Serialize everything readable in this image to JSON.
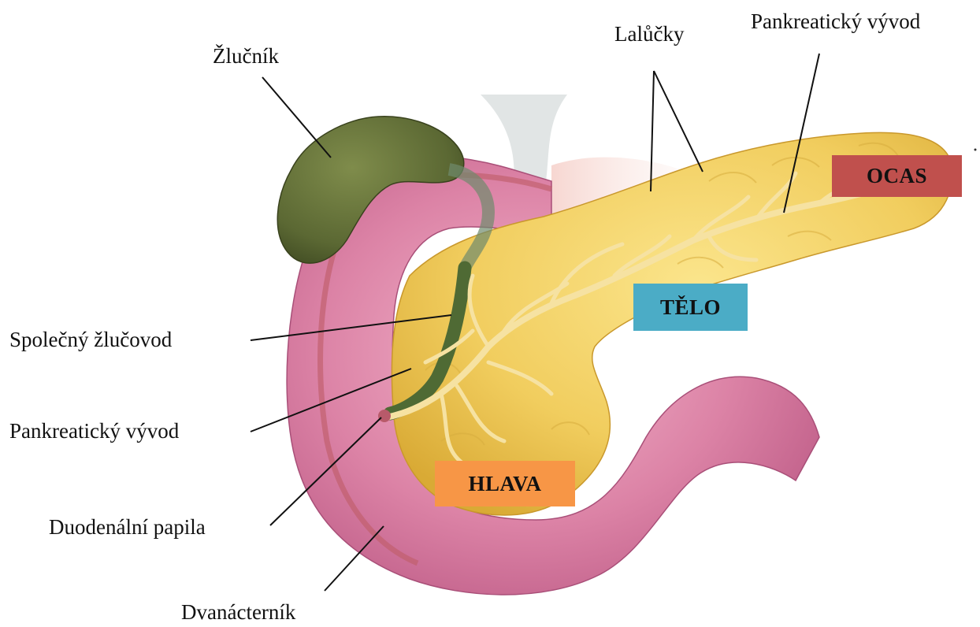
{
  "labels": {
    "zlucnik": "Žlučník",
    "lalucky": "Lalůčky",
    "pankreaticky_vyvod_top": "Pankreatický vývod",
    "spolecny_zlucovod": "Společný žlučovod",
    "pankreaticky_vyvod_left": "Pankreatický vývod",
    "duodenalni_papila": "Duodenální papila",
    "dvanacternik": "Dvanácterník"
  },
  "regions": {
    "ocas": {
      "text": "OCAS",
      "color": "#c0504d"
    },
    "telo": {
      "text": "TĚLO",
      "color": "#4bacc6"
    },
    "hlava": {
      "text": "HLAVA",
      "color": "#f79646"
    }
  },
  "colors": {
    "pancreas": "#f2cf62",
    "duodenum": "#d7799f",
    "gallbladder": "#5e6b36",
    "duct": "#f6e2a2",
    "bile_duct": "#4f6a34",
    "leader_line": "#111111"
  }
}
